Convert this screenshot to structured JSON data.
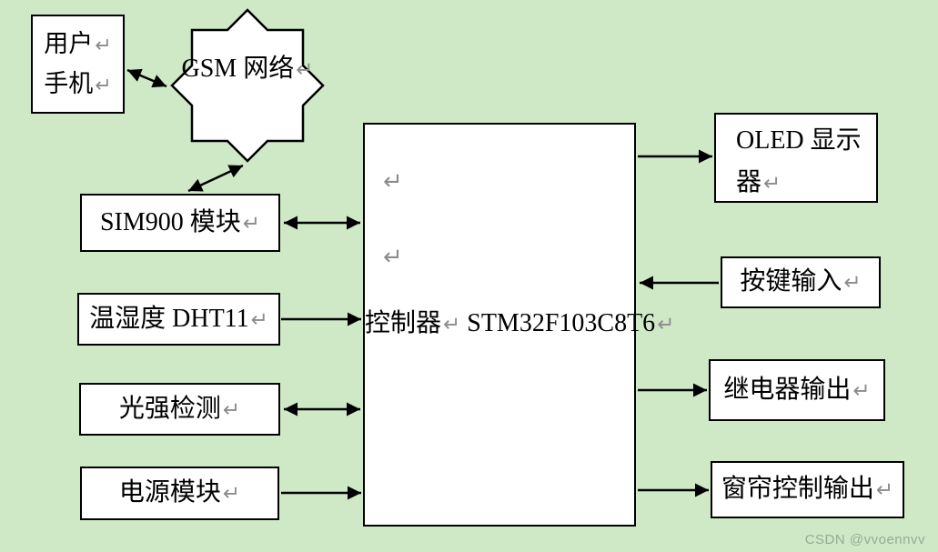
{
  "colors": {
    "background": "#cfe9c6",
    "box_fill": "#ffffff",
    "line_color": "#000000",
    "return_mark_gray": "#8c8c8c",
    "watermark_gray": "#97ab93"
  },
  "return_mark": "↵",
  "watermark": "CSDN @vvoennvv",
  "nodes": {
    "user_phone": {
      "line1": "用户",
      "line2": "手机"
    },
    "gsm": {
      "line1": "GSM",
      "line2": "网络"
    },
    "sim900": {
      "label": "SIM900 模块"
    },
    "dht11": {
      "label": "温湿度 DHT11"
    },
    "light": {
      "label": "光强检测"
    },
    "power": {
      "label": "电源模块"
    },
    "controller": {
      "line1": "控制器",
      "line2": "STM32F103C8T6"
    },
    "oled": {
      "line1": "OLED 显示",
      "line2": "器"
    },
    "keys": {
      "label": "按键输入"
    },
    "relay": {
      "label": "继电器输出"
    },
    "curtain": {
      "label": "窗帘控制输出"
    }
  },
  "connections": [
    {
      "from": "user_phone",
      "to": "gsm",
      "bidirectional": true
    },
    {
      "from": "gsm",
      "to": "sim900",
      "bidirectional": true
    },
    {
      "from": "sim900",
      "to": "controller",
      "bidirectional": true
    },
    {
      "from": "dht11",
      "to": "controller",
      "bidirectional": false
    },
    {
      "from": "light",
      "to": "controller",
      "bidirectional": true
    },
    {
      "from": "power",
      "to": "controller",
      "bidirectional": false
    },
    {
      "from": "controller",
      "to": "oled",
      "bidirectional": false
    },
    {
      "from": "keys",
      "to": "controller",
      "bidirectional": false
    },
    {
      "from": "controller",
      "to": "relay",
      "bidirectional": false
    },
    {
      "from": "controller",
      "to": "curtain",
      "bidirectional": false
    }
  ]
}
